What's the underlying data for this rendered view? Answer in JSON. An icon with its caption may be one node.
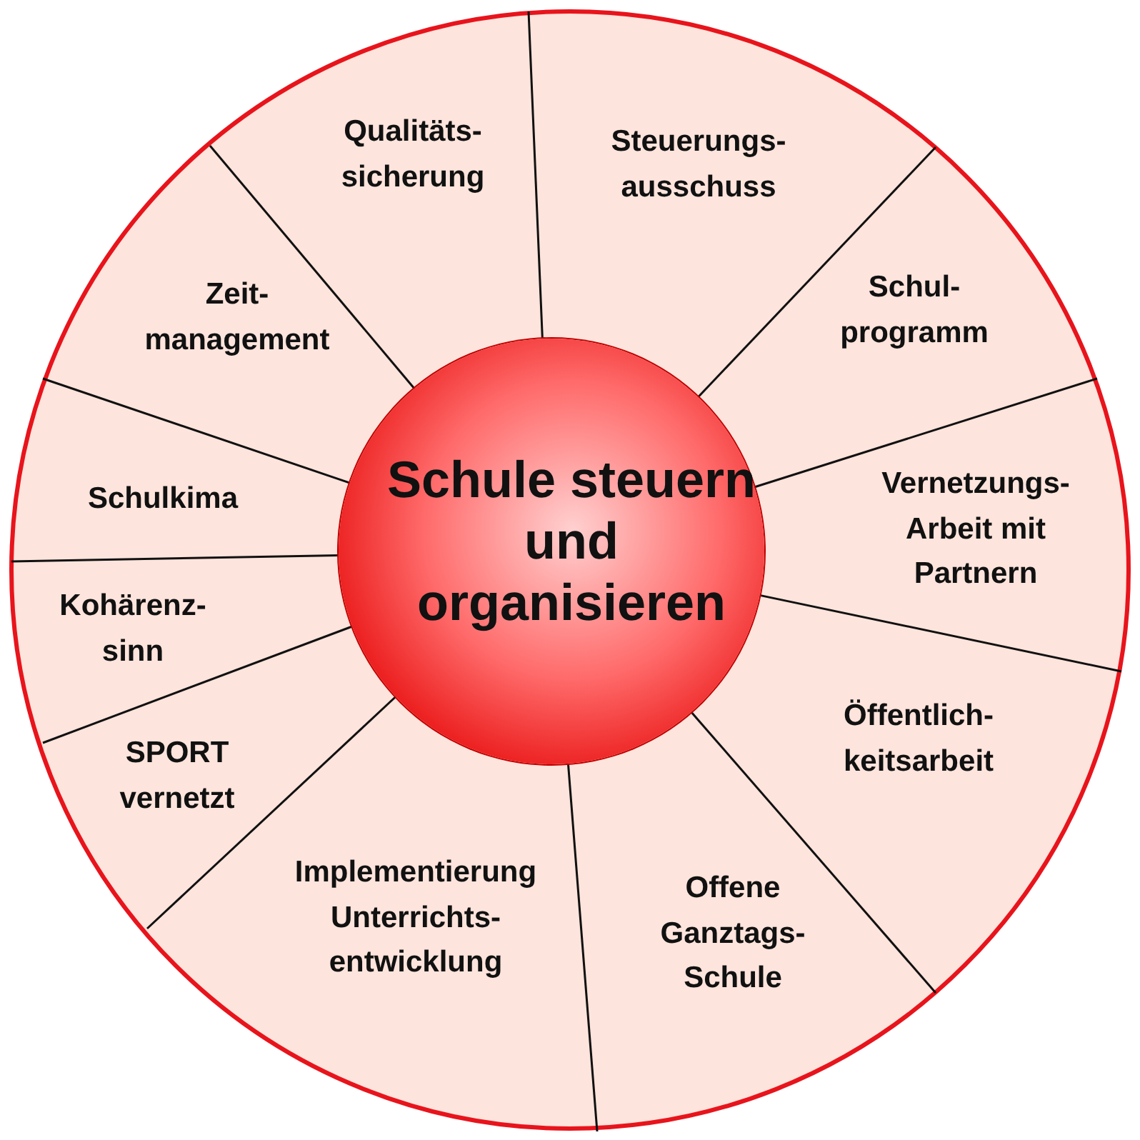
{
  "diagram": {
    "nodes": [
      {
        "text": [
          "Schule steuern und organisieren"
        ]
      },
      {
        "text": [
          "Qualitäts- sicherung"
        ]
      },
      {
        "text": [
          "Steuerungs- ausschuss"
        ]
      },
      {
        "text": [
          "Schul- programm"
        ]
      },
      {
        "text": [
          "Vernetzungs- Arbeit mit Partnern"
        ]
      },
      {
        "text": [
          "Öffentlich- keitsarbeit"
        ]
      },
      {
        "text": [
          "Offene Ganztags- Schule"
        ]
      },
      {
        "text": [
          "Implementierung Unterrichts- entwicklung"
        ]
      },
      {
        "text": [
          "SPORT vernetzt"
        ]
      },
      {
        "text": [
          "Kohärenz- sinn"
        ]
      },
      {
        "text": [
          "Schulkima"
        ]
      },
      {
        "text": [
          "Zeit- management"
        ]
      }
    ]
  }
}
